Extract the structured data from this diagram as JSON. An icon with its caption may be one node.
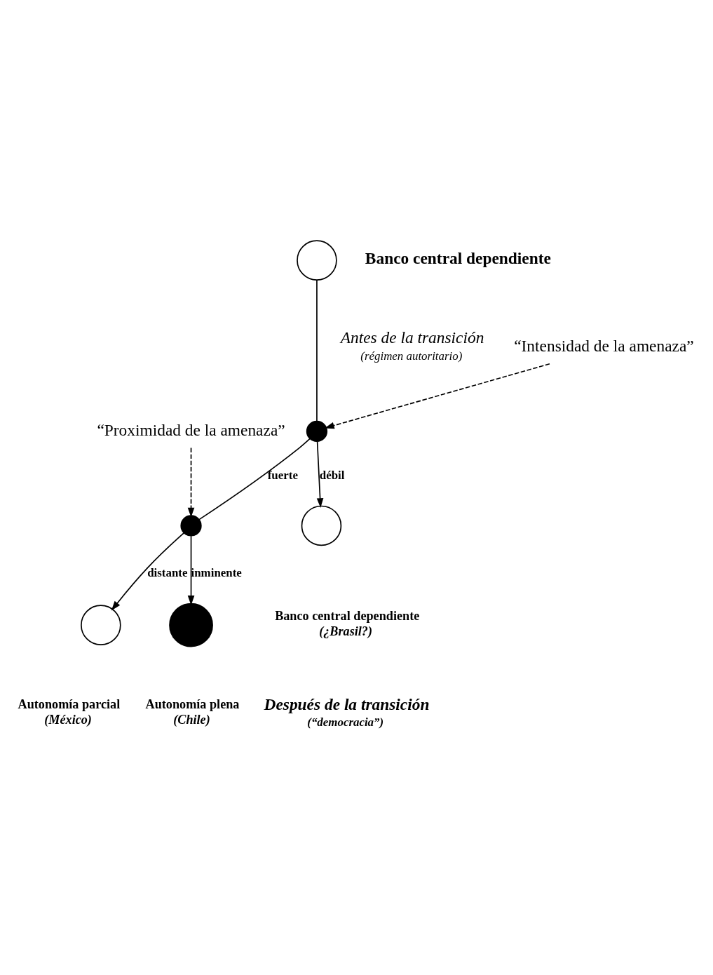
{
  "diagram": {
    "nodes": [
      {
        "text": [],
        "shape": "circle",
        "beside": [
          "Banco central dependiente"
        ]
      },
      {
        "text": [
          "“Intensidad de la amenaza”"
        ]
      },
      {
        "text": [],
        "shape": "circle"
      },
      {
        "text": [
          "“Proximidad de la amenaza”"
        ]
      },
      {
        "text": [],
        "shape": "circle"
      },
      {
        "text": [],
        "shape": "circle",
        "beside": [
          "Banco central dependiente",
          "(¿Brasil?)"
        ]
      },
      {
        "text": [],
        "shape": "circle",
        "beside": [
          "Autonomía parcial",
          "(México)"
        ]
      },
      {
        "text": [],
        "shape": "circle",
        "beside": [
          "Autonomía plena",
          "(Chile)"
        ]
      }
    ],
    "edges": [
      {
        "from": 0,
        "to": 2,
        "arrow": "none"
      },
      {
        "from": 1,
        "to": 2,
        "arrow": "to",
        "style": "dashed"
      },
      {
        "from": 2,
        "to": 4,
        "label": "fuerte",
        "arrow": "none"
      },
      {
        "from": 3,
        "to": 4,
        "arrow": "to",
        "style": "dashed"
      },
      {
        "from": 2,
        "to": 5,
        "label": "débil",
        "arrow": "to"
      },
      {
        "from": 4,
        "to": 6,
        "label": "distante",
        "arrow": "to"
      },
      {
        "from": 4,
        "to": 7,
        "label": "inminente",
        "arrow": "to"
      }
    ],
    "labels": [
      "Antes de la transición",
      "(régimen autoritario)",
      "Después de la transición",
      "(“democracia”)"
    ]
  }
}
